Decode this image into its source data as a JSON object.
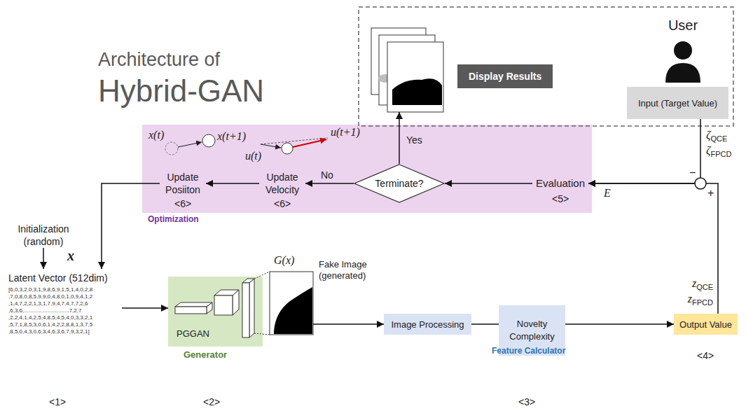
{
  "diagram": {
    "title": "Architecture of Hybrid-GAN",
    "nodes": [
      {
        "text": [
          "Display Results"
        ]
      },
      {
        "text": [
          "User"
        ]
      },
      {
        "text": [
          "Input (Target Value)"
        ]
      },
      {
        "text": [
          "Optimization"
        ]
      },
      {
        "text": [
          "Update Posiiton"
        ],
        "in": 3
      },
      {
        "text": [
          "Update Velocity"
        ],
        "in": 3
      },
      {
        "text": [
          "Terminate?"
        ],
        "in": 3
      },
      {
        "text": [
          "Evaluation"
        ],
        "in": 3
      },
      {
        "text": [
          "Initialization (random)"
        ]
      },
      {
        "text": [
          "Latent Vector (512dim)",
          "[6,0,3,2,0,3,1,9,8,6,9,1,5,1,4,0,2,8 ,7,0,8,0,8,5,9,9,0,4,8,0,1,0,9,4,1,2 ,1,4,7,2,2,1,3,1,7,9,4,7,4,7,7,2,6 ,6,3,6,.............................7,2,7 ,2,2,4,1,4,2,5,4,8,5,4,5,4,0,3,3,2,1 ,5,7,1,8,5,3,0,6,1,4,2,2,8,8,1,3,7,5 ,8,5,0,4,3,0,6,3,4,6,3,6,7,9,3,2,1]"
        ]
      },
      {
        "text": [
          "PGGAN",
          "Generator"
        ]
      },
      {
        "text": [
          "G(x)",
          "Fake Image (generated)"
        ]
      },
      {
        "text": [
          "Image Processing"
        ]
      },
      {
        "text": [
          "Novelty",
          "Complexity",
          "Feature Calculator"
        ]
      },
      {
        "text": [
          "Output Value"
        ]
      }
    ],
    "edges": [
      {
        "from": 7,
        "to": 6,
        "arrow": "to"
      },
      {
        "from": 6,
        "to": 5,
        "label": "No",
        "arrow": "to"
      },
      {
        "from": 6,
        "to": 0,
        "label": "Yes",
        "arrow": "to"
      },
      {
        "from": 5,
        "to": 4,
        "arrow": "to"
      },
      {
        "from": 4,
        "to": 9,
        "arrow": "to"
      },
      {
        "from": 8,
        "to": 9,
        "arrow": "to"
      },
      {
        "from": 9,
        "to": 10,
        "arrow": "to"
      },
      {
        "from": 11,
        "to": 12,
        "arrow": "to"
      },
      {
        "from": 12,
        "to": 13,
        "arrow": "none"
      },
      {
        "from": 13,
        "to": 14,
        "arrow": "to"
      },
      {
        "from": 14,
        "to": 7,
        "arrow": "to"
      },
      {
        "from": 2,
        "to": 7,
        "arrow": "to"
      }
    ],
    "labels": [
      "x",
      "x(t)",
      "x(t+1)",
      "u(t)",
      "u(t+1)",
      "<6>",
      "<6>",
      "<5>",
      "E",
      "−",
      "+",
      "ζQCE",
      "ζFPCD",
      "zQCE",
      "zFPCD",
      "<1>",
      "<2>",
      "<3>",
      "<4>"
    ]
  }
}
